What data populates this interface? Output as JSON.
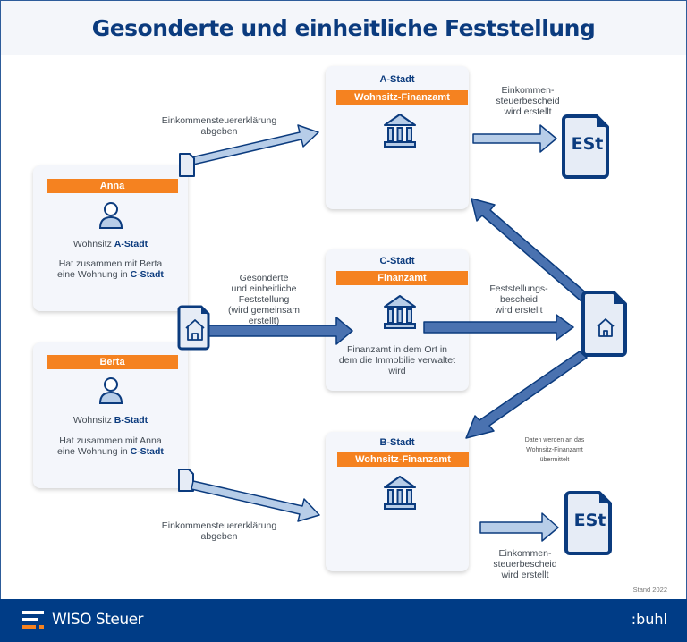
{
  "header": {
    "title": "Gesonderte und einheitliche Feststellung"
  },
  "persons": [
    {
      "name": "Anna",
      "residence_label": "Wohnsitz",
      "residence_city": "A-Stadt",
      "note_line1": "Hat zusammen mit Berta",
      "note_line2_prefix": "eine Wohnung  in",
      "note_city": "C-Stadt"
    },
    {
      "name": "Berta",
      "residence_label": "Wohnsitz",
      "residence_city": "B-Stadt",
      "note_line1": "Hat zusammen mit Anna",
      "note_line2_prefix": "eine Wohnung in",
      "note_city": "C-Stadt"
    }
  ],
  "offices": [
    {
      "city": "A-Stadt",
      "label": "Wohnsitz-Finanzamt",
      "description": ""
    },
    {
      "city": "C-Stadt",
      "label": "Finanzamt",
      "description": "Finanzamt in dem Ort in dem die Immobilie verwaltet wird",
      "desc_lines": [
        "Finanzamt in dem Ort in",
        "dem die Immobilie verwaltet",
        "wird"
      ]
    },
    {
      "city": "B-Stadt",
      "label": "Wohnsitz-Finanzamt",
      "description": ""
    }
  ],
  "arrows": {
    "anna_to_a": {
      "lines": [
        "Einkommensteuererklärung",
        "abgeben"
      ]
    },
    "joint_to_c": {
      "lines": [
        "Gesonderte",
        "und einheitliche",
        "Feststellung",
        "(wird gemeinsam",
        "erstellt)"
      ]
    },
    "a_to_est": {
      "lines": [
        "Einkommen-",
        "steuerbescheid",
        "wird erstellt"
      ]
    },
    "c_to_doc": {
      "lines": [
        "Feststellungs-",
        "bescheid",
        "wird erstellt"
      ]
    },
    "doc_to_b": {
      "lines": [
        "Daten werden an das",
        "Wohnsitz-Finanzamt",
        "übermittelt"
      ]
    },
    "berta_to_b": {
      "lines": [
        "Einkommensteuererklärung",
        "abgeben"
      ]
    },
    "b_to_est": {
      "lines": [
        "Einkommen-",
        "steuerbescheid",
        "wird erstellt"
      ]
    }
  },
  "documents": {
    "est_label": "ESt"
  },
  "footer": {
    "brand": "WISO Steuer",
    "company": ":buhl",
    "stand": "Stand 2022"
  },
  "colors": {
    "navy": "#0b3b7e",
    "orange": "#f58220",
    "arrow_light": "#b7cde8",
    "arrow_dark": "#4a72b0",
    "footer_bg": "#003c86"
  }
}
